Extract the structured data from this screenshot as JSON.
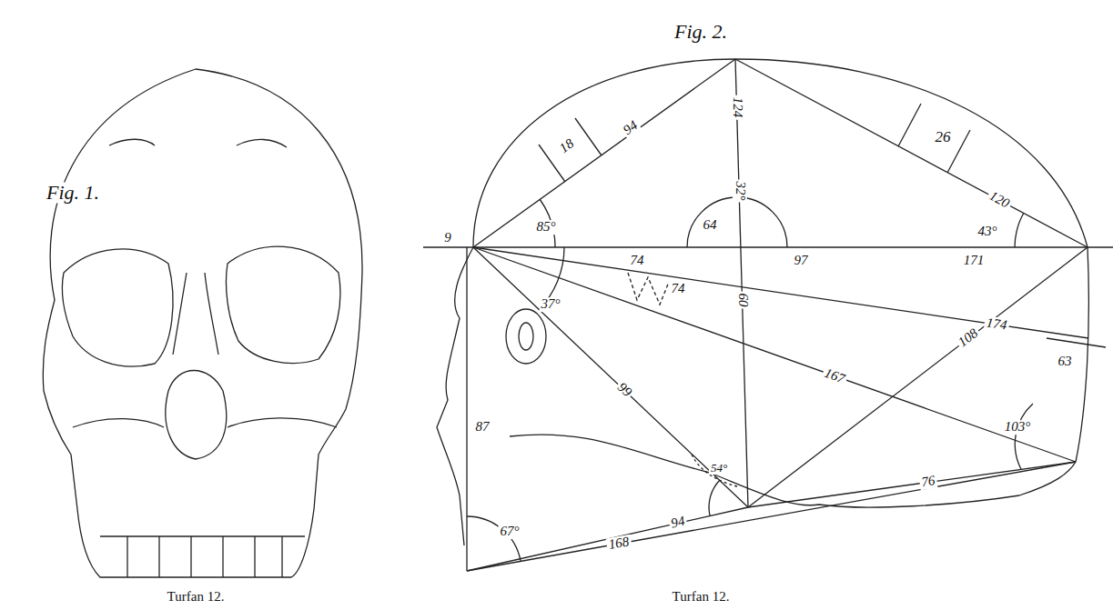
{
  "diagram": {
    "labels": [
      "Fig. 1.",
      "Turfan 12.",
      "Fig. 2.",
      "18",
      "94",
      "124",
      "26",
      "120",
      "43°",
      "85°",
      "64",
      "32°",
      "9",
      "74",
      "97",
      "171",
      "74",
      "60",
      "37°",
      "99",
      "87",
      "108",
      "174",
      "63",
      "103°",
      "167",
      "54°",
      "94",
      "76",
      "67°",
      "168",
      "Turfan 12."
    ]
  }
}
